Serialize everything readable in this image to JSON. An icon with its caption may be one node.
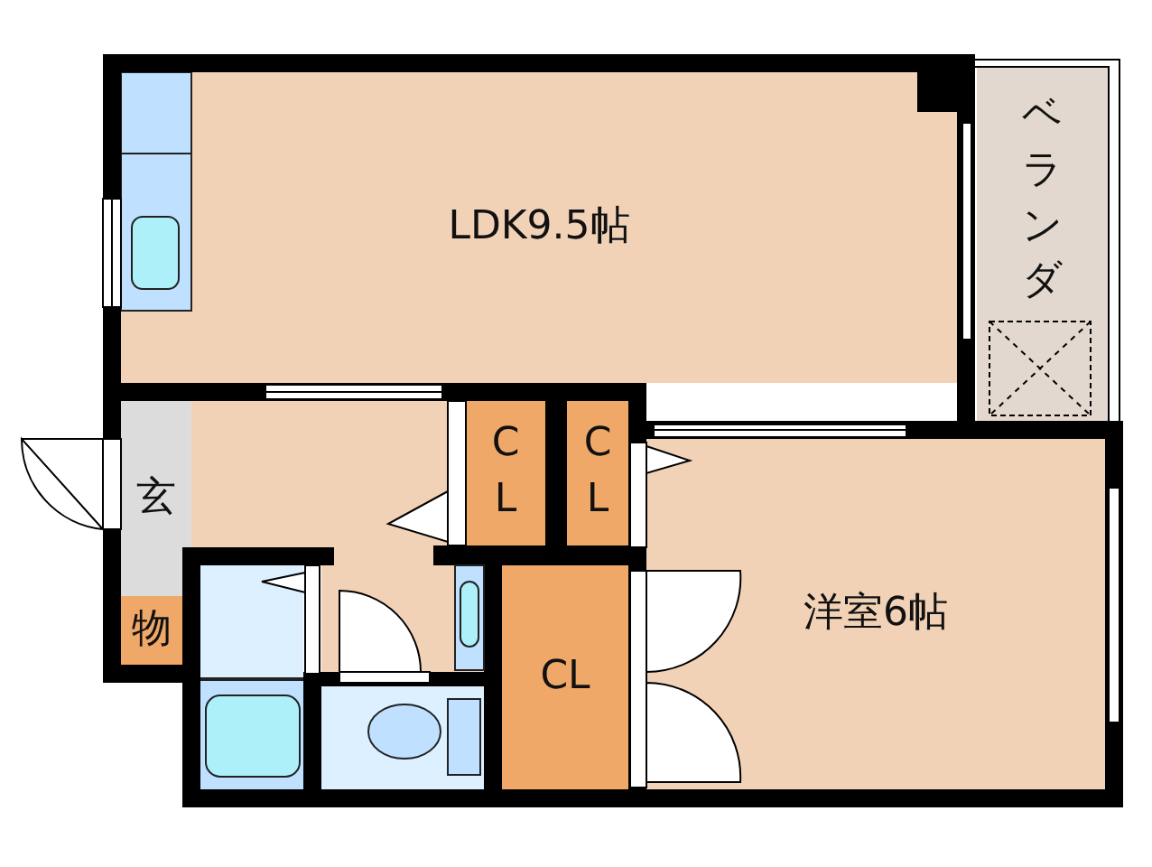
{
  "diagram": {
    "nodes": [
      {
        "text": [
          "LDK9.5帖"
        ]
      },
      {
        "text": [
          "ベランダ"
        ]
      },
      {
        "text": [],
        "shape": "box"
      },
      {
        "text": [
          "玄"
        ]
      },
      {
        "text": [
          "CL"
        ]
      },
      {
        "text": [
          "CL"
        ]
      },
      {
        "text": [
          "洋室6帖"
        ]
      },
      {
        "text": [
          "物"
        ]
      },
      {
        "text": [],
        "shape": "box"
      },
      {
        "text": [
          "CL"
        ]
      },
      {
        "text": [],
        "shape": "box"
      },
      {
        "text": [],
        "shape": "box"
      },
      {
        "text": [],
        "shape": "box"
      }
    ]
  }
}
